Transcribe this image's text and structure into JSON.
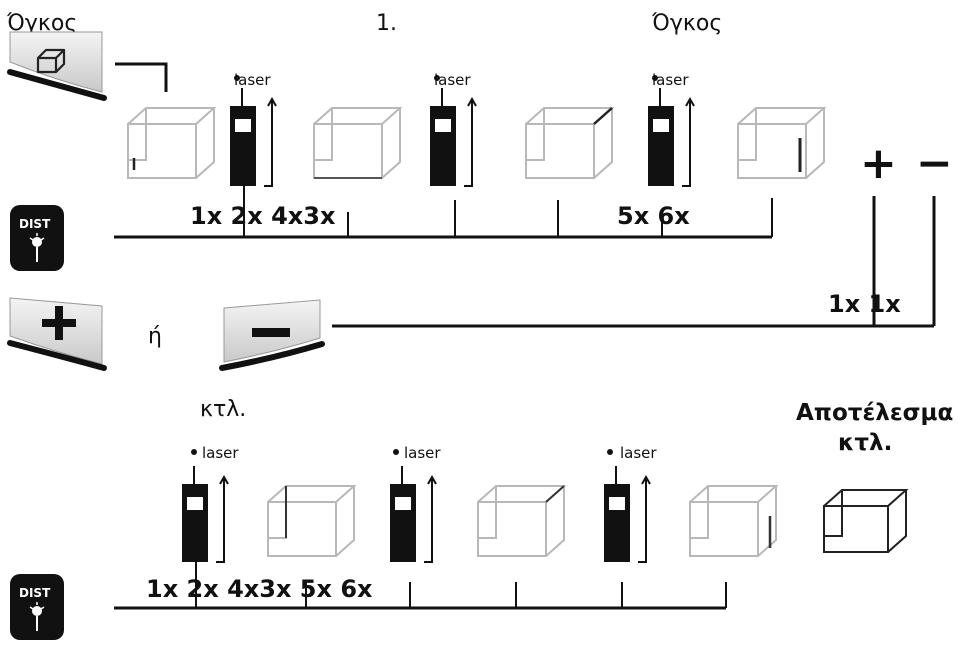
{
  "labels": {
    "volume_top_left": "Όγκος",
    "step_one": "1.",
    "volume_top_right": "Όγκος",
    "or": "ή",
    "etc_left": "κτλ.",
    "result_line1": "Αποτέλεσμα",
    "result_line2": "κτλ.",
    "plus_symbol": "+",
    "minus_symbol": "−"
  },
  "buttons": {
    "dist_label": "DIST"
  },
  "laser_label": "laser",
  "counts_row1": {
    "a": "1x 2x 4x3x",
    "b": "5x 6x"
  },
  "counts_plusminus": "1x 1x",
  "counts_row2": "1x 2x 4x3x 5x 6x",
  "icons": [
    "volume-icon",
    "dist-laser-icon",
    "plus-icon",
    "minus-icon",
    "laser-device-icon",
    "box-icon"
  ]
}
